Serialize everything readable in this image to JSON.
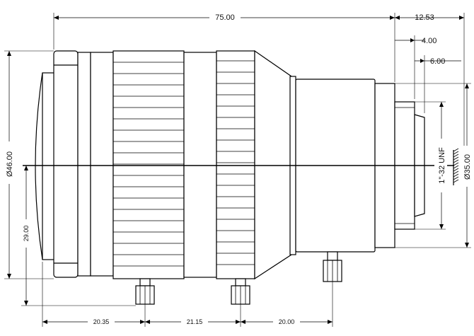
{
  "dimensions": {
    "overall_length": "75.00",
    "flange_offset": "12.53",
    "thread_length": "4.00",
    "back_offset": "6.00",
    "outer_diameter": "Ø46.00",
    "half_height": "29.00",
    "mount_diameter": "Ø35.00",
    "thread_spec": "1\"-32 UNF",
    "screw_spacing_1": "20.35",
    "screw_spacing_2": "21.15",
    "screw_spacing_3": "20.00"
  }
}
